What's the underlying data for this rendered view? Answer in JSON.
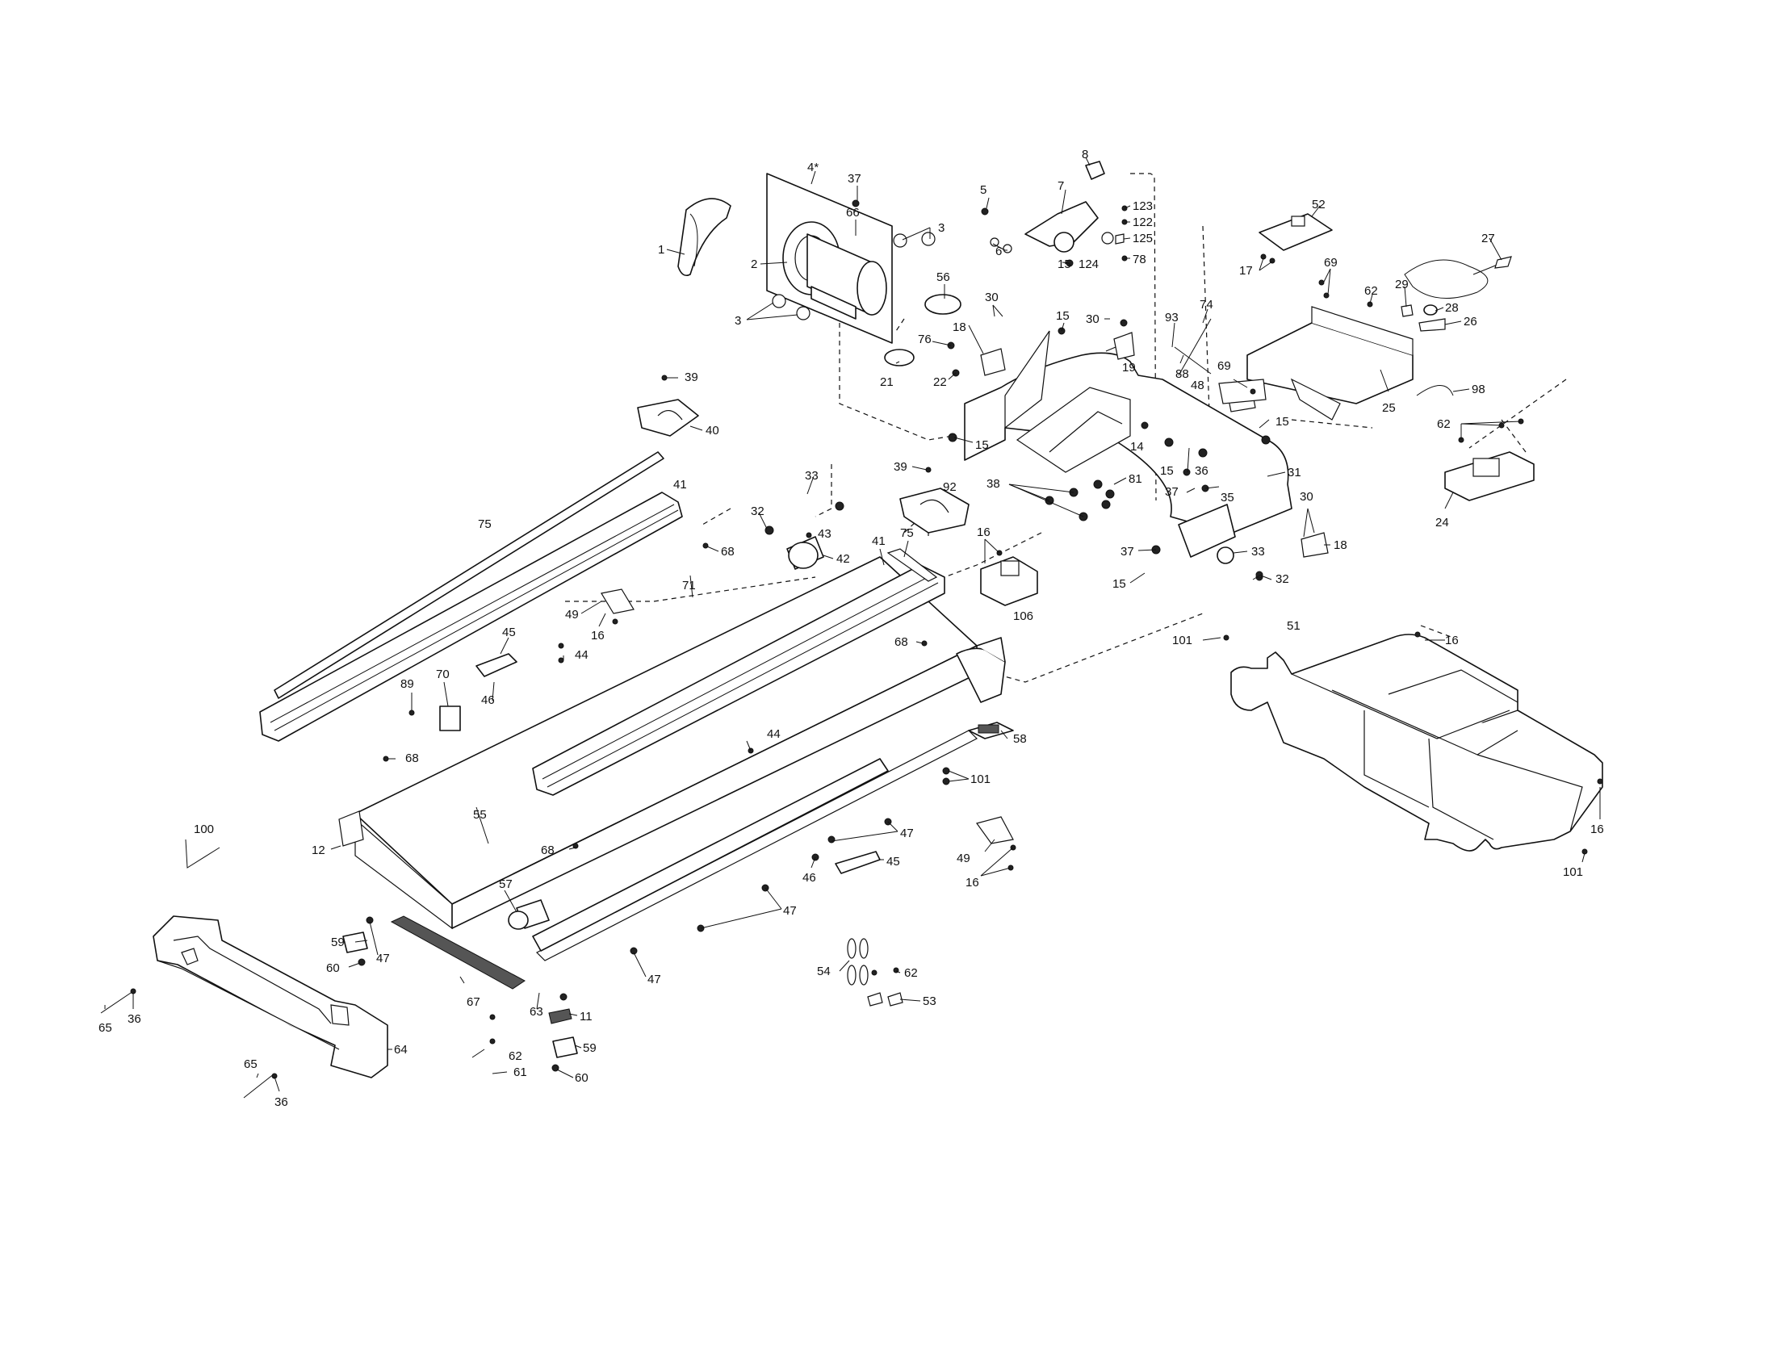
{
  "diagram": {
    "labels": [
      {
        "id": "c1",
        "text": "1"
      },
      {
        "id": "c2",
        "text": "2"
      },
      {
        "id": "c3a",
        "text": "3"
      },
      {
        "id": "c3b",
        "text": "3"
      },
      {
        "id": "c4",
        "text": "4*"
      },
      {
        "id": "c37a",
        "text": "37"
      },
      {
        "id": "c66",
        "text": "66"
      },
      {
        "id": "c5",
        "text": "5"
      },
      {
        "id": "c6",
        "text": "6"
      },
      {
        "id": "c7",
        "text": "7"
      },
      {
        "id": "c8",
        "text": "8"
      },
      {
        "id": "c123",
        "text": "123"
      },
      {
        "id": "c122",
        "text": "122"
      },
      {
        "id": "c125",
        "text": "125"
      },
      {
        "id": "c78",
        "text": "78"
      },
      {
        "id": "c124",
        "text": "124"
      },
      {
        "id": "c15a",
        "text": "15"
      },
      {
        "id": "c56",
        "text": "56"
      },
      {
        "id": "c30a",
        "text": "30"
      },
      {
        "id": "c18a",
        "text": "18"
      },
      {
        "id": "c15b",
        "text": "15"
      },
      {
        "id": "c30b",
        "text": "30"
      },
      {
        "id": "c19",
        "text": "19"
      },
      {
        "id": "c76",
        "text": "76"
      },
      {
        "id": "c22",
        "text": "22"
      },
      {
        "id": "c21",
        "text": "21"
      },
      {
        "id": "c15c",
        "text": "15"
      },
      {
        "id": "c52",
        "text": "52"
      },
      {
        "id": "c27",
        "text": "27"
      },
      {
        "id": "c17",
        "text": "17"
      },
      {
        "id": "c69a",
        "text": "69"
      },
      {
        "id": "c62a",
        "text": "62"
      },
      {
        "id": "c29",
        "text": "29"
      },
      {
        "id": "c28",
        "text": "28"
      },
      {
        "id": "c26",
        "text": "26"
      },
      {
        "id": "c93",
        "text": "93"
      },
      {
        "id": "c74",
        "text": "74"
      },
      {
        "id": "c88",
        "text": "88"
      },
      {
        "id": "c69b",
        "text": "69"
      },
      {
        "id": "c48",
        "text": "48"
      },
      {
        "id": "c25",
        "text": "25"
      },
      {
        "id": "c98",
        "text": "98"
      },
      {
        "id": "c39a",
        "text": "39"
      },
      {
        "id": "c40",
        "text": "40"
      },
      {
        "id": "c14",
        "text": "14"
      },
      {
        "id": "c15d",
        "text": "15"
      },
      {
        "id": "c15e",
        "text": "15"
      },
      {
        "id": "c62b",
        "text": "62"
      },
      {
        "id": "c24",
        "text": "24"
      },
      {
        "id": "c36a",
        "text": "36"
      },
      {
        "id": "c31",
        "text": "31"
      },
      {
        "id": "c81",
        "text": "81"
      },
      {
        "id": "c38",
        "text": "38"
      },
      {
        "id": "c35",
        "text": "35"
      },
      {
        "id": "c37b",
        "text": "37"
      },
      {
        "id": "c30c",
        "text": "30"
      },
      {
        "id": "c18b",
        "text": "18"
      },
      {
        "id": "c41a",
        "text": "41"
      },
      {
        "id": "c75a",
        "text": "75"
      },
      {
        "id": "c33a",
        "text": "33"
      },
      {
        "id": "c39b",
        "text": "39"
      },
      {
        "id": "c92",
        "text": "92"
      },
      {
        "id": "c32a",
        "text": "32"
      },
      {
        "id": "c43",
        "text": "43"
      },
      {
        "id": "c68a",
        "text": "68"
      },
      {
        "id": "c42",
        "text": "42"
      },
      {
        "id": "c41b",
        "text": "41"
      },
      {
        "id": "c75b",
        "text": "75"
      },
      {
        "id": "c16a",
        "text": "16"
      },
      {
        "id": "c37c",
        "text": "37"
      },
      {
        "id": "c33b",
        "text": "33"
      },
      {
        "id": "c15f",
        "text": "15"
      },
      {
        "id": "c32b",
        "text": "32"
      },
      {
        "id": "c106",
        "text": "106"
      },
      {
        "id": "c71",
        "text": "71"
      },
      {
        "id": "c49a",
        "text": "49"
      },
      {
        "id": "c16b",
        "text": "16"
      },
      {
        "id": "c45a",
        "text": "45"
      },
      {
        "id": "c44a",
        "text": "44"
      },
      {
        "id": "c46a",
        "text": "46"
      },
      {
        "id": "c89",
        "text": "89"
      },
      {
        "id": "c70",
        "text": "70"
      },
      {
        "id": "c68b",
        "text": "68"
      },
      {
        "id": "c101a",
        "text": "101"
      },
      {
        "id": "c51",
        "text": "51"
      },
      {
        "id": "c16c",
        "text": "16"
      },
      {
        "id": "c44b",
        "text": "44"
      },
      {
        "id": "c58",
        "text": "58"
      },
      {
        "id": "c68c",
        "text": "68"
      },
      {
        "id": "c101b",
        "text": "101"
      },
      {
        "id": "c100",
        "text": "100"
      },
      {
        "id": "c55",
        "text": "55"
      },
      {
        "id": "c12",
        "text": "12"
      },
      {
        "id": "c68d",
        "text": "68"
      },
      {
        "id": "c47a",
        "text": "47"
      },
      {
        "id": "c49b",
        "text": "49"
      },
      {
        "id": "c45b",
        "text": "45"
      },
      {
        "id": "c16d",
        "text": "16"
      },
      {
        "id": "c46b",
        "text": "46"
      },
      {
        "id": "c57",
        "text": "57"
      },
      {
        "id": "c16e",
        "text": "16"
      },
      {
        "id": "c101c",
        "text": "101"
      },
      {
        "id": "c47b",
        "text": "47"
      },
      {
        "id": "c59a",
        "text": "59"
      },
      {
        "id": "c47c",
        "text": "47"
      },
      {
        "id": "c60a",
        "text": "60"
      },
      {
        "id": "c54",
        "text": "54"
      },
      {
        "id": "c62c",
        "text": "62"
      },
      {
        "id": "c47d",
        "text": "47"
      },
      {
        "id": "c67",
        "text": "67"
      },
      {
        "id": "c63",
        "text": "63"
      },
      {
        "id": "c11",
        "text": "11"
      },
      {
        "id": "c53",
        "text": "53"
      },
      {
        "id": "c65a",
        "text": "65"
      },
      {
        "id": "c36b",
        "text": "36"
      },
      {
        "id": "c59b",
        "text": "59"
      },
      {
        "id": "c64",
        "text": "64"
      },
      {
        "id": "c62d",
        "text": "62"
      },
      {
        "id": "c61",
        "text": "61"
      },
      {
        "id": "c60b",
        "text": "60"
      },
      {
        "id": "c65b",
        "text": "65"
      },
      {
        "id": "c36c",
        "text": "36"
      }
    ]
  }
}
